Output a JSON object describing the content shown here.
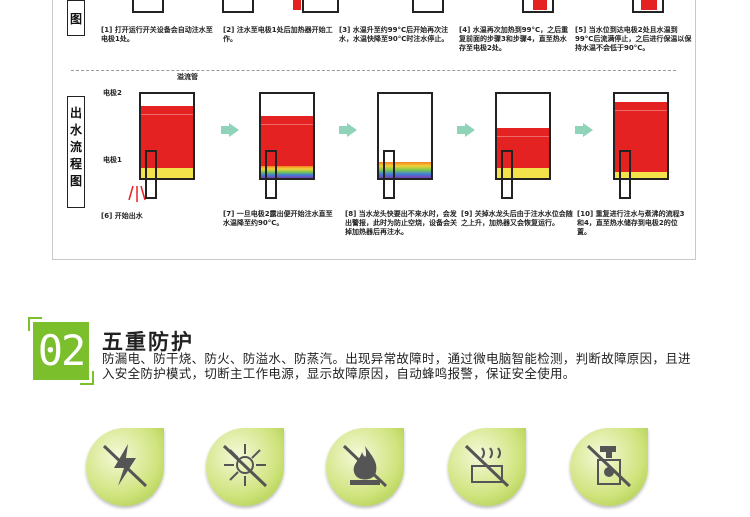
{
  "diagram": {
    "top_label": "图",
    "out_label_chars": [
      "出",
      "水",
      "流",
      "程",
      "图"
    ],
    "top_captions": [
      "[1] 打开运行开关设备会自动注水至电极1处。",
      "[2] 注水至电极1处后加热器开始工作。",
      "[3] 水温升至约99°C后开始再次注水，水温快降至90°C时注水停止。",
      "[4] 水温再次加热到99°C，之后重复前面的步骤3和步骤4，直至热水存至电极2处。",
      "[5] 当水位到达电极2处且水温到99°C后流满停止，之后进行保温以保持水温不会低于90°C。"
    ],
    "labels": {
      "electrode2": "电极2",
      "overflow": "溢流管",
      "electrode1": "电极1"
    },
    "bottom_captions": [
      "[6] 开始出水",
      "[7] 一旦电极2露出便开始注水直至水温降至约90°C。",
      "[8] 当水龙头快要出不来水时，会发出警报，此时为防止空烧，设备会关掉加热器后再注水。",
      "[9] 关掉水龙头后由于注水水位会随之上升，加热器又会恢复运行。",
      "[10] 重复进行注水与煮沸的流程3和4，直至热水储存到电极2的位置。"
    ]
  },
  "section": {
    "number": "02",
    "title": "五重防护",
    "description": "防漏电、防干烧、防火、防溢水、防蒸汽。出现异常故障时，通过微电脑智能检测，判断故障原因，且进入安全防护模式，切断主工作电源，显示故障原因，自动蜂鸣报警，保证安全使用。"
  },
  "protection_icons": [
    {
      "icon": "no-electric-leak-icon"
    },
    {
      "icon": "no-dry-burn-icon"
    },
    {
      "icon": "no-fire-icon"
    },
    {
      "icon": "no-overflow-icon"
    },
    {
      "icon": "no-steam-icon"
    }
  ],
  "colors": {
    "accent_green": "#7bbf2c",
    "water_red": "#e52222",
    "arrow_mint": "#8fd3b8"
  }
}
